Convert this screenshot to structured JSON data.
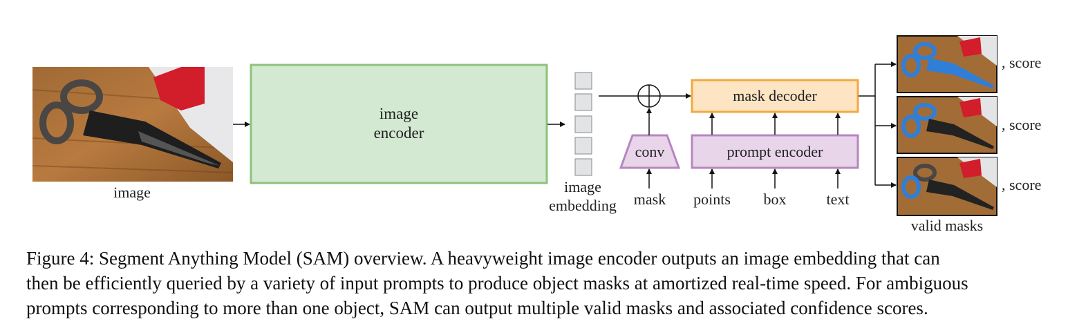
{
  "diagram": {
    "image_label": "image",
    "encoder_label_line1": "image",
    "encoder_label_line2": "encoder",
    "embedding_label_line1": "image",
    "embedding_label_line2": "embedding",
    "conv_label": "conv",
    "mask_label": "mask",
    "mask_decoder_label": "mask decoder",
    "prompt_encoder_label": "prompt encoder",
    "prompt_inputs": [
      "points",
      "box",
      "text"
    ],
    "score_label": ", score",
    "valid_masks_label": "valid masks"
  },
  "colors": {
    "encoder_fill": "#d3e9d2",
    "encoder_border": "#8dc27b",
    "decoder_fill": "#fde4c3",
    "decoder_border": "#f2a93c",
    "prompt_fill": "#e8d5ea",
    "prompt_border": "#b786bf",
    "mask_highlight": "#2f7fd8"
  },
  "caption": {
    "line1": "Figure 4: Segment Anything Model (SAM) overview. A heavyweight image encoder outputs an image embedding that can",
    "line2": "then be efficiently queried by a variety of input prompts to produce object masks at amortized real-time speed. For ambiguous",
    "line3": "prompts corresponding to more than one object, SAM can output multiple valid masks and associated confidence scores."
  }
}
